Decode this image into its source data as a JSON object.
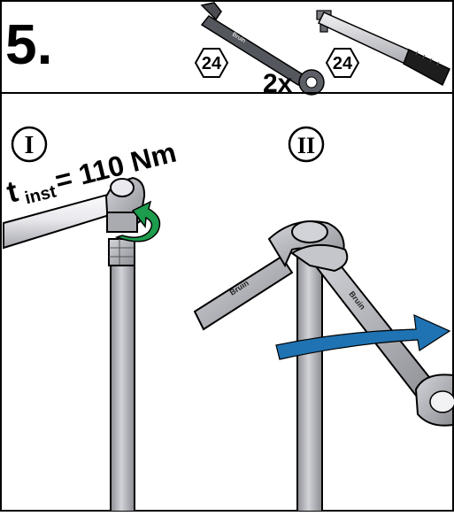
{
  "step": {
    "number": "5."
  },
  "tools": [
    {
      "name": "open-end-wrench",
      "size": "24",
      "quantity": "2x"
    },
    {
      "name": "torque-wrench",
      "size": "24"
    }
  ],
  "panels": [
    {
      "roman": "I",
      "torque_label_main": "t",
      "torque_label_sub": "inst",
      "torque_value": "= 110 Nm"
    },
    {
      "roman": "II"
    }
  ],
  "wrench_brand": "Bruin",
  "colors": {
    "line": "#000000",
    "pipe_light": "#e6e6ea",
    "pipe_dark": "#9a9aa0",
    "metal": "#b9bbc0",
    "metal_dark": "#6e7076",
    "arrow_blue": "#1f73b3",
    "arrow_green": "#1c9c4c",
    "handle_black": "#1d1d1d"
  }
}
